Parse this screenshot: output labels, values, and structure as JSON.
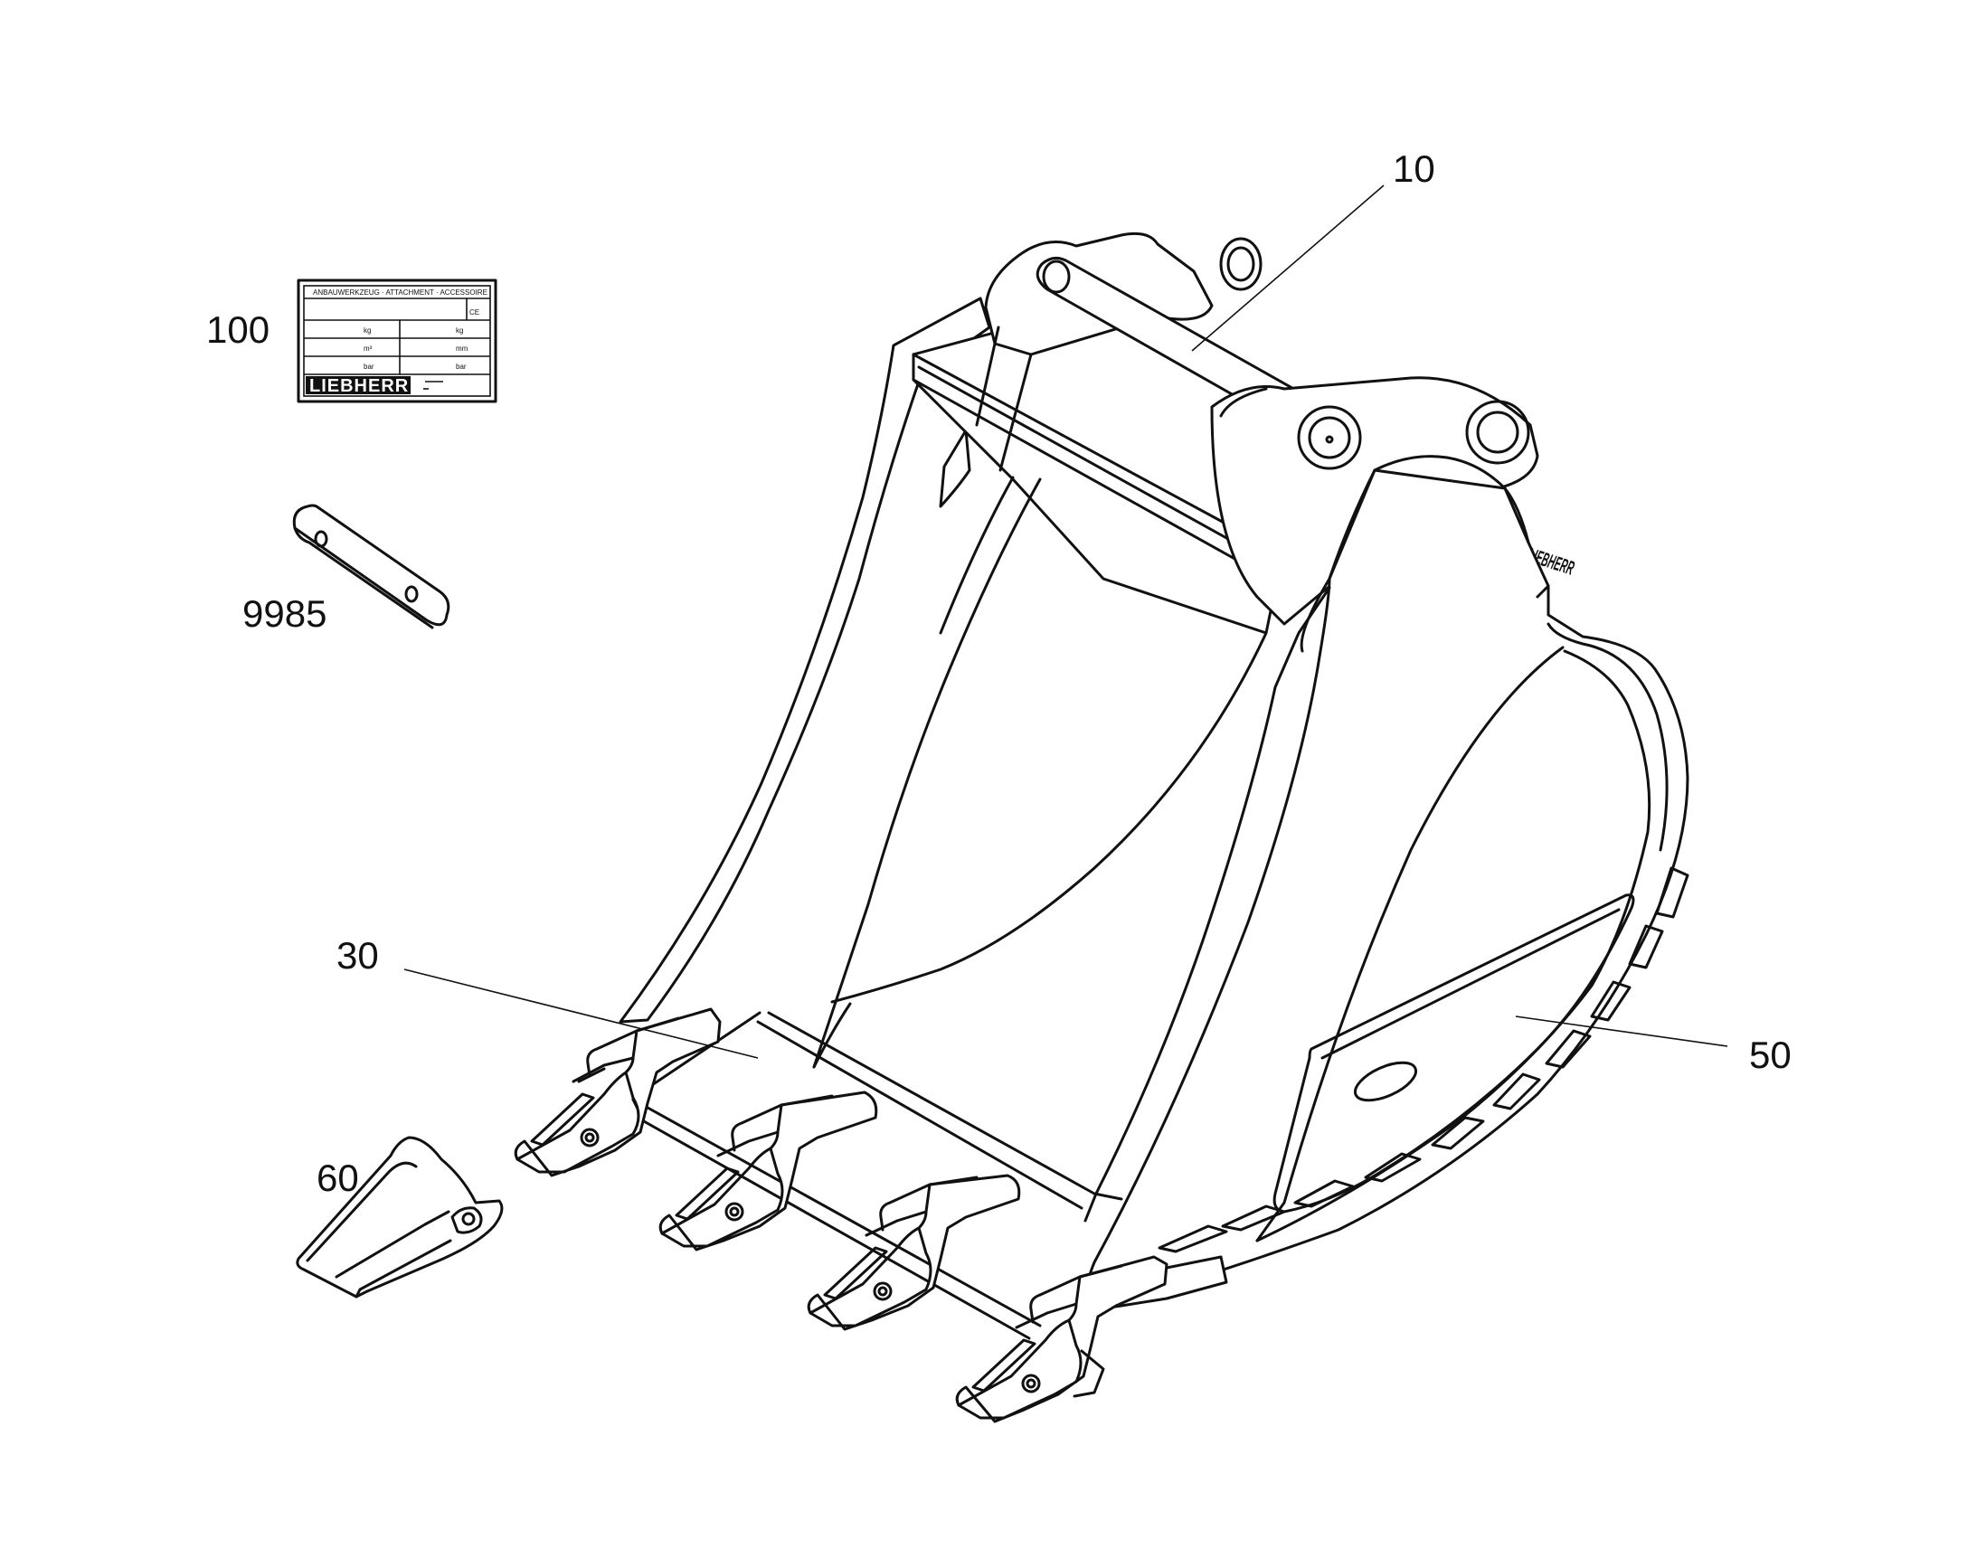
{
  "callouts": {
    "c10": "10",
    "c30": "30",
    "c50": "50",
    "c60": "60",
    "c100": "100",
    "c9985": "9985"
  },
  "nameplate": {
    "header": "ANBAUWERKZEUG · ATTACHMENT · ACCESSOIRE",
    "ce_mark": "CE",
    "unit_kg_left": "kg",
    "unit_kg_right": "kg",
    "unit_volume": "m³",
    "unit_mm": "mm",
    "unit_bar_left": "bar",
    "unit_bar_right": "bar",
    "brand": "LIEBHERR"
  },
  "bucket": {
    "side_brand": "LIEBHERR"
  }
}
